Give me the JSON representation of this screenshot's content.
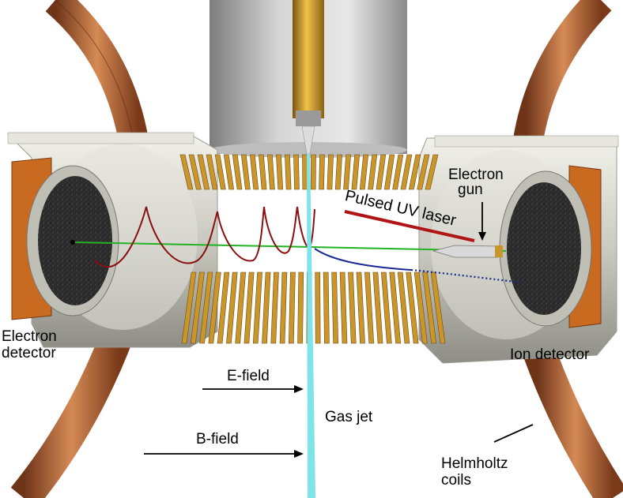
{
  "labels": {
    "electron_gun_line1": "Electron",
    "electron_gun_line2": "gun",
    "pulsed_uv_laser": "Pulsed UV laser",
    "electron_detector_line1": "Electron",
    "electron_detector_line2": "detector",
    "ion_detector": "Ion detector",
    "e_field": "E-field",
    "b_field": "B-field",
    "gas_jet": "Gas jet",
    "helmholtz_line1": "Helmholtz",
    "helmholtz_line2": "coils"
  },
  "colors": {
    "copper": "#b8673a",
    "steel": "#d4d4cc",
    "gold": "#c9962e",
    "gas_jet": "#7fe3ea",
    "laser": "#b01515",
    "electron_path": "#8a1010",
    "ion_path": "#1a2a90",
    "beam_axis": "#22b322",
    "detector_face": "#2a2a2a",
    "detector_mount": "#c86a1f"
  }
}
